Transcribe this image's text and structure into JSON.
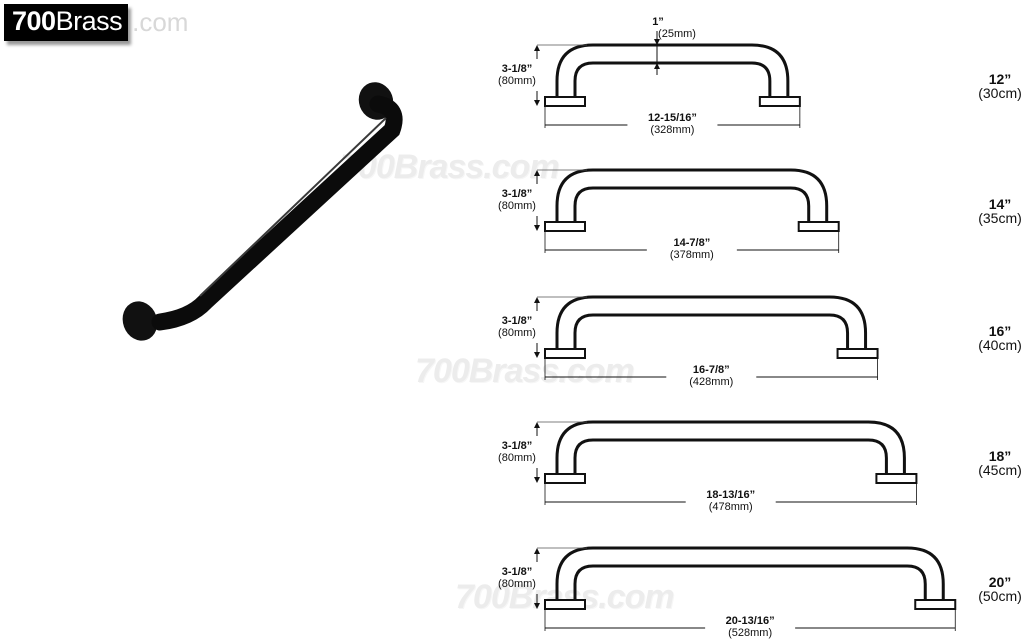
{
  "logo": {
    "brand_bold": "700",
    "brand": "Brass",
    "suffix": ".com"
  },
  "watermark": "700Brass.com",
  "diameter": {
    "in": "1”",
    "mm": "(25mm)"
  },
  "diagrams": [
    {
      "size_in": "12”",
      "size_cm": "(30cm)",
      "length_in": "12-15/16”",
      "length_mm_label": "(328mm)",
      "length_mm": 328,
      "height_in": "3-1/8”",
      "height_mm": "(80mm)"
    },
    {
      "size_in": "14”",
      "size_cm": "(35cm)",
      "length_in": "14-7/8”",
      "length_mm_label": "(378mm)",
      "length_mm": 378,
      "height_in": "3-1/8”",
      "height_mm": "(80mm)"
    },
    {
      "size_in": "16”",
      "size_cm": "(40cm)",
      "length_in": "16-7/8”",
      "length_mm_label": "(428mm)",
      "length_mm": 428,
      "height_in": "3-1/8”",
      "height_mm": "(80mm)"
    },
    {
      "size_in": "18”",
      "size_cm": "(45cm)",
      "length_in": "18-13/16”",
      "length_mm_label": "(478mm)",
      "length_mm": 478,
      "height_in": "3-1/8”",
      "height_mm": "(80mm)"
    },
    {
      "size_in": "20”",
      "size_cm": "(50cm)",
      "length_in": "20-13/16”",
      "length_mm_label": "(528mm)",
      "length_mm": 528,
      "height_in": "3-1/8”",
      "height_mm": "(80mm)"
    }
  ],
  "colors": {
    "bar": "#0b0b0b",
    "line": "#111111"
  }
}
